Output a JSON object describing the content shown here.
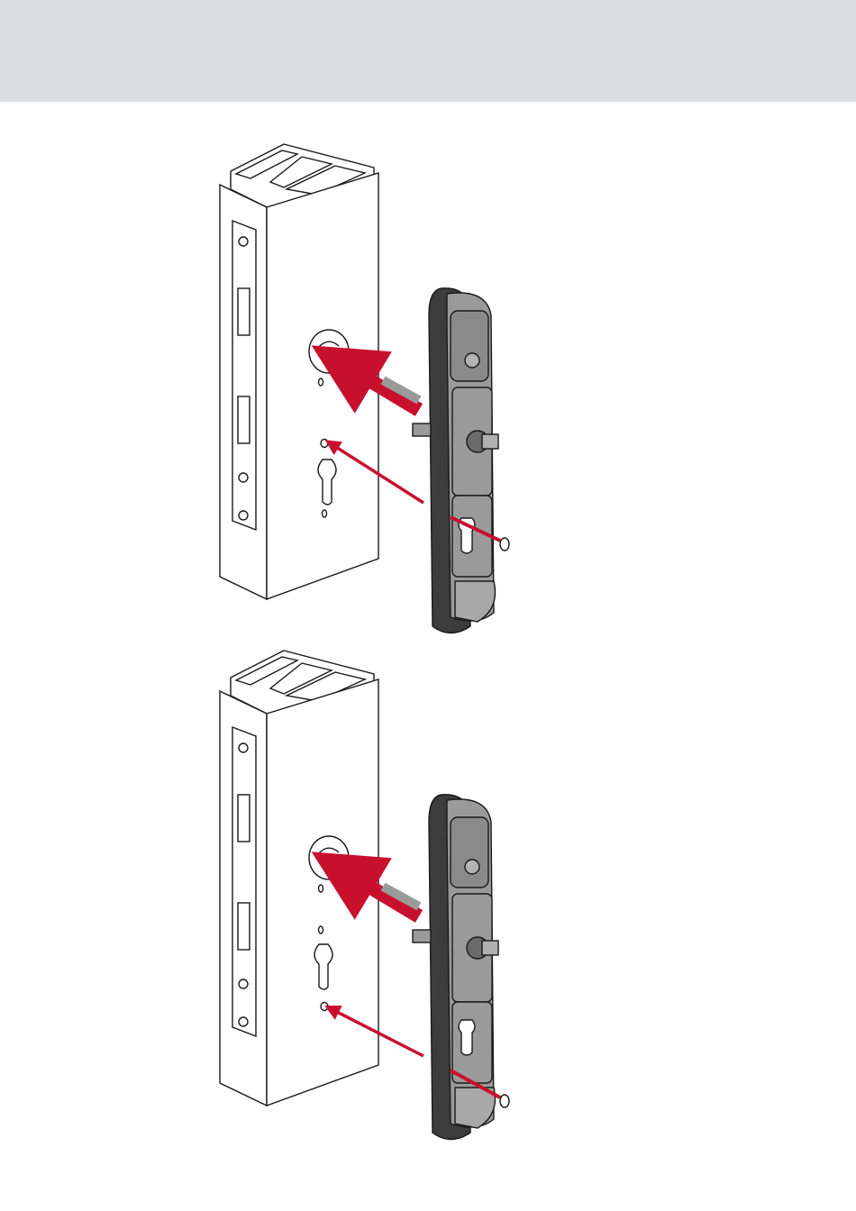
{
  "page": {
    "header_band_color": "#dcdddf"
  },
  "colors": {
    "arrow": "#c8102e",
    "line": "#1a1a1a",
    "fitting_body": "#9a9a9a",
    "fitting_dark": "#3c3c3c",
    "profile_fill": "#ffffff"
  },
  "figures": [
    {
      "id": "step-1",
      "icons": [
        "door-profile-icon",
        "handle-fitting-icon",
        "screw-icon",
        "insert-arrow-icon"
      ],
      "variant": "screw-above-cylinder"
    },
    {
      "id": "step-2",
      "icons": [
        "door-profile-icon",
        "handle-fitting-icon",
        "screw-icon",
        "insert-arrow-icon"
      ],
      "variant": "screw-below-cylinder"
    }
  ]
}
